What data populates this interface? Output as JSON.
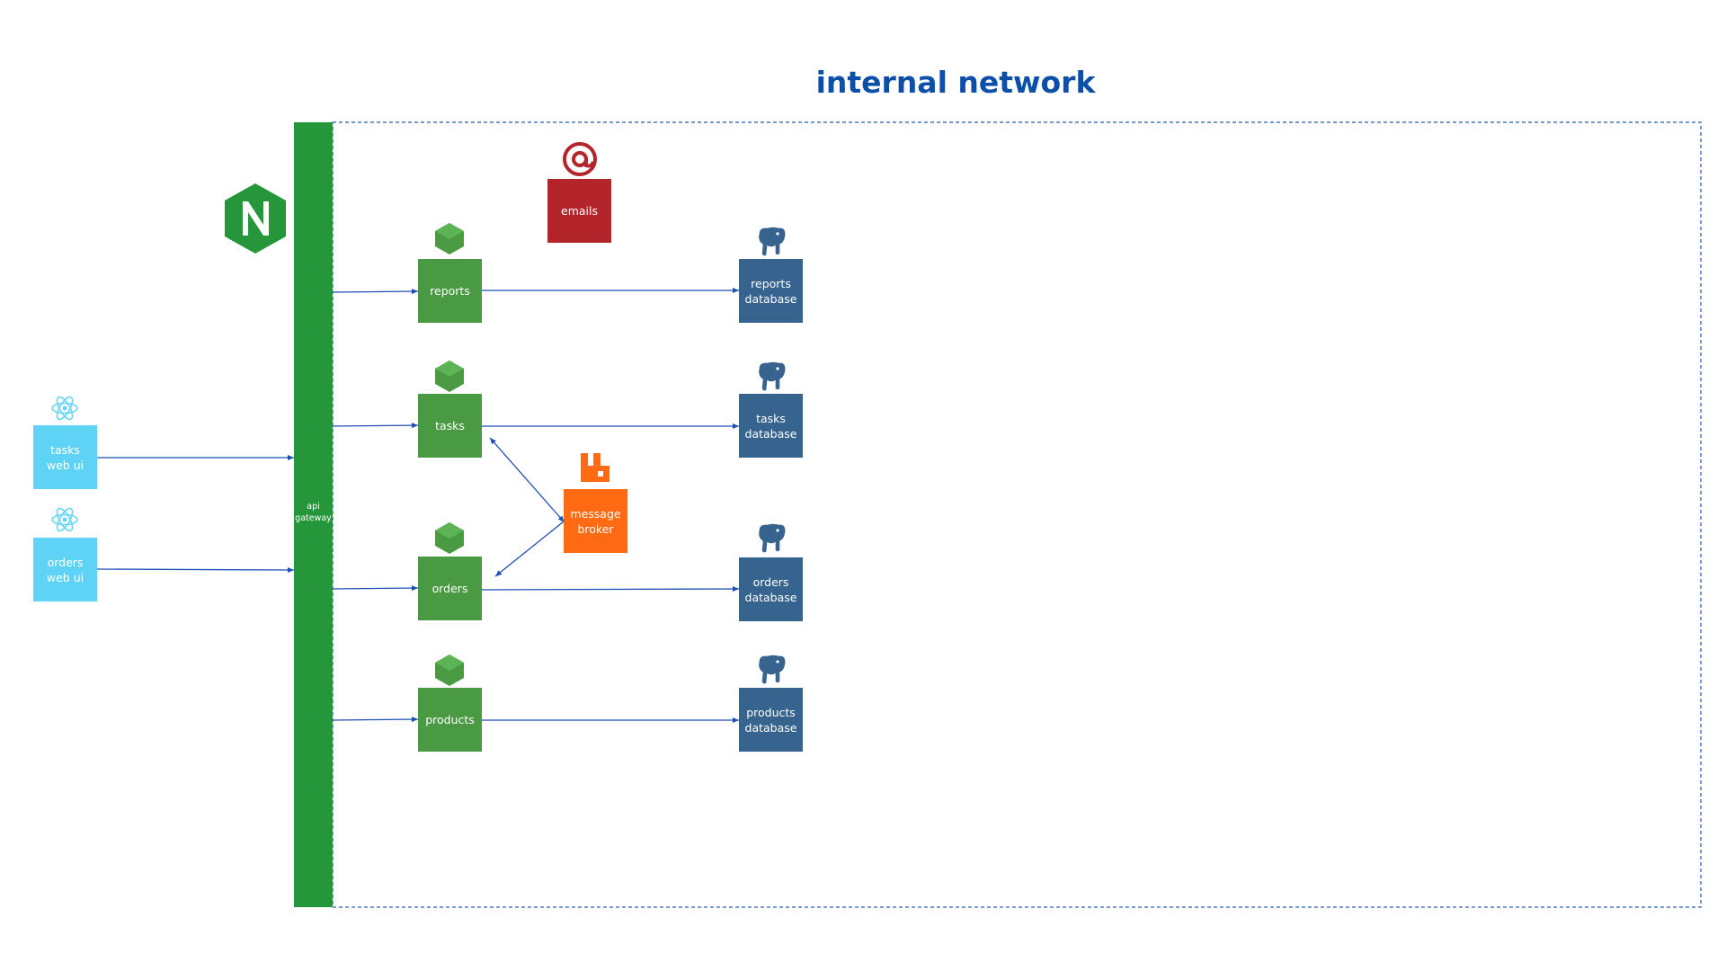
{
  "title": "internal network",
  "gateway": {
    "label": "api\ngateway"
  },
  "services": {
    "reports": "reports",
    "tasks": "tasks",
    "orders": "orders",
    "products": "products"
  },
  "databases": {
    "reports": "reports\ndatabase",
    "tasks": "tasks\ndatabase",
    "orders": "orders\ndatabase",
    "products": "products\ndatabase"
  },
  "clients": {
    "tasks": "tasks\nweb ui",
    "orders": "orders\nweb ui"
  },
  "emails": "emails",
  "broker": "message\nbroker",
  "icons": {
    "gateway": "nginx-icon",
    "services": "nodejs-icon",
    "databases": "postgresql-elephant-icon",
    "clients": "react-atom-icon",
    "emails": "at-sign-icon",
    "broker": "rabbitmq-icon"
  },
  "colors": {
    "title": "#0b4fa8",
    "gateway": "#26963a",
    "service": "#4a9a43",
    "database": "#36648f",
    "client": "#5fd3f5",
    "emails": "#b3242b",
    "broker": "#ff6a13",
    "connector": "#1f4fb5",
    "network_border": "#2b5fb8"
  }
}
